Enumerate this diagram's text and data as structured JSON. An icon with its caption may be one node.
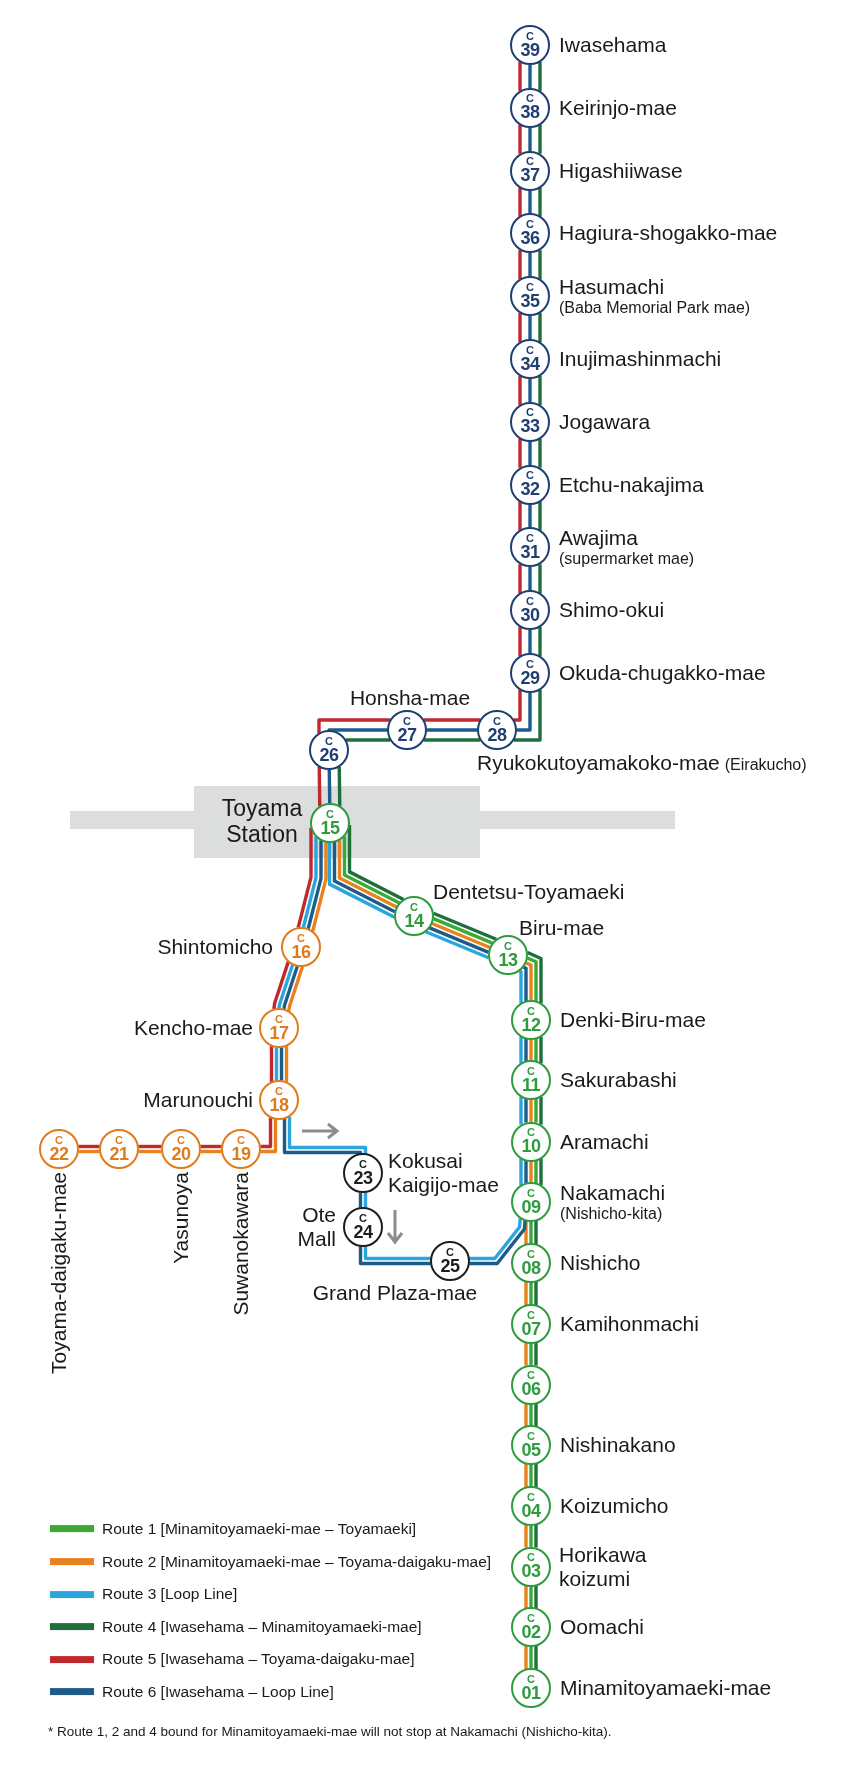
{
  "diagram": {
    "nodes": [
      {
        "text": [
          "C",
          "39"
        ],
        "beside": [
          "Iwasehama"
        ]
      },
      {
        "text": [
          "C",
          "38"
        ],
        "beside": [
          "Keirinjo-mae"
        ]
      },
      {
        "text": [
          "C",
          "37"
        ],
        "beside": [
          "Higashiiwase"
        ]
      },
      {
        "text": [
          "C",
          "36"
        ],
        "beside": [
          "Hagiura-shogakko-mae"
        ]
      },
      {
        "text": [
          "C",
          "35"
        ],
        "beside": [
          "Hasumachi",
          "(Baba Memorial Park mae)"
        ]
      },
      {
        "text": [
          "C",
          "34"
        ],
        "beside": [
          "Inujimashinmachi"
        ]
      },
      {
        "text": [
          "C",
          "33"
        ],
        "beside": [
          "Jogawara"
        ]
      },
      {
        "text": [
          "C",
          "32"
        ],
        "beside": [
          "Etchu-nakajima"
        ]
      },
      {
        "text": [
          "C",
          "31"
        ],
        "beside": [
          "Awajima",
          "(supermarket mae)"
        ]
      },
      {
        "text": [
          "C",
          "30"
        ],
        "beside": [
          "Shimo-okui"
        ]
      },
      {
        "text": [
          "C",
          "29"
        ],
        "beside": [
          "Okuda-chugakko-mae"
        ]
      },
      {
        "text": [
          "C",
          "28"
        ],
        "beside": [
          "Ryukokutoyamakoko-mae",
          "(Eirakucho)"
        ]
      },
      {
        "text": [
          "C",
          "27"
        ],
        "beside": [
          "Honsha-mae"
        ]
      },
      {
        "text": [
          "C",
          "26"
        ]
      },
      {
        "text": [
          "Toyama Station"
        ]
      },
      {
        "text": [
          "C",
          "15"
        ],
        "in": 14
      },
      {
        "text": [
          "C",
          "14"
        ],
        "beside": [
          "Dentetsu-Toyamaeki"
        ]
      },
      {
        "text": [
          "C",
          "13"
        ],
        "beside": [
          "Biru-mae"
        ]
      },
      {
        "text": [
          "C",
          "16"
        ],
        "beside": [
          "Shintomicho"
        ]
      },
      {
        "text": [
          "C",
          "17"
        ],
        "beside": [
          "Kencho-mae"
        ]
      },
      {
        "text": [
          "C",
          "18"
        ],
        "beside": [
          "Marunouchi"
        ]
      },
      {
        "text": [
          "C",
          "22"
        ],
        "beside": [
          "Toyama-daigaku-mae"
        ]
      },
      {
        "text": [
          "C",
          "21"
        ]
      },
      {
        "text": [
          "C",
          "20"
        ],
        "beside": [
          "Yasunoya"
        ]
      },
      {
        "text": [
          "C",
          "19"
        ],
        "beside": [
          "Suwanokawara"
        ]
      },
      {
        "text": [
          "C",
          "23"
        ],
        "beside": [
          "Kokusai Kaigijo-mae"
        ]
      },
      {
        "text": [
          "C",
          "24"
        ],
        "beside": [
          "Ote Mall"
        ]
      },
      {
        "text": [
          "C",
          "25"
        ],
        "beside": [
          "Grand Plaza-mae"
        ]
      },
      {
        "text": [
          "C",
          "12"
        ],
        "beside": [
          "Denki-Biru-mae"
        ]
      },
      {
        "text": [
          "C",
          "11"
        ],
        "beside": [
          "Sakurabashi"
        ]
      },
      {
        "text": [
          "C",
          "10"
        ],
        "beside": [
          "Aramachi"
        ]
      },
      {
        "text": [
          "C",
          "09"
        ],
        "beside": [
          "Nakamachi",
          "(Nishicho-kita)"
        ]
      },
      {
        "text": [
          "C",
          "08"
        ],
        "beside": [
          "Nishicho"
        ]
      },
      {
        "text": [
          "C",
          "07"
        ],
        "beside": [
          "Kamihonmachi"
        ]
      },
      {
        "text": [
          "C",
          "06"
        ]
      },
      {
        "text": [
          "C",
          "05"
        ],
        "beside": [
          "Nishinakano"
        ]
      },
      {
        "text": [
          "C",
          "04"
        ],
        "beside": [
          "Koizumicho"
        ]
      },
      {
        "text": [
          "C",
          "03"
        ],
        "beside": [
          "Horikawa koizumi"
        ]
      },
      {
        "text": [
          "C",
          "02"
        ],
        "beside": [
          "Oomachi"
        ]
      },
      {
        "text": [
          "C",
          "01"
        ],
        "beside": [
          "Minamitoyamaeki-mae"
        ]
      },
      {
        "text": [],
        "shape": "bar"
      },
      {
        "text": [],
        "shape": "bar"
      }
    ],
    "edges": [
      {
        "from": 39,
        "to": 38,
        "arrow": "none",
        "color": "#3aa935"
      },
      {
        "from": 38,
        "to": 37,
        "arrow": "none",
        "color": "#3aa935"
      },
      {
        "from": 37,
        "to": 36,
        "arrow": "none",
        "color": "#3aa935"
      },
      {
        "from": 36,
        "to": 35,
        "arrow": "none",
        "color": "#3aa935"
      },
      {
        "from": 35,
        "to": 34,
        "arrow": "none",
        "color": "#3aa935"
      },
      {
        "from": 34,
        "to": 33,
        "arrow": "none",
        "color": "#3aa935"
      },
      {
        "from": 33,
        "to": 32,
        "arrow": "none",
        "color": "#3aa935"
      },
      {
        "from": 32,
        "to": 31,
        "arrow": "none",
        "color": "#3aa935"
      },
      {
        "from": 31,
        "to": 30,
        "arrow": "none",
        "color": "#3aa935"
      },
      {
        "from": 30,
        "to": 29,
        "arrow": "none",
        "color": "#3aa935"
      },
      {
        "from": 29,
        "to": 28,
        "arrow": "none",
        "color": "#3aa935"
      },
      {
        "from": 28,
        "to": 17,
        "arrow": "none",
        "color": "#3aa935"
      },
      {
        "from": 17,
        "to": 16,
        "arrow": "none",
        "color": "#3aa935"
      },
      {
        "from": 16,
        "to": 15,
        "arrow": "none",
        "color": "#3aa935"
      },
      {
        "from": 39,
        "to": 38,
        "arrow": "none",
        "color": "#e8821e"
      },
      {
        "from": 38,
        "to": 37,
        "arrow": "none",
        "color": "#e8821e"
      },
      {
        "from": 37,
        "to": 36,
        "arrow": "none",
        "color": "#e8821e"
      },
      {
        "from": 36,
        "to": 35,
        "arrow": "none",
        "color": "#e8821e"
      },
      {
        "from": 35,
        "to": 34,
        "arrow": "none",
        "color": "#e8821e"
      },
      {
        "from": 34,
        "to": 33,
        "arrow": "none",
        "color": "#e8821e"
      },
      {
        "from": 33,
        "to": 32,
        "arrow": "none",
        "color": "#e8821e"
      },
      {
        "from": 32,
        "to": 31,
        "arrow": "none",
        "color": "#e8821e"
      },
      {
        "from": 31,
        "to": 30,
        "arrow": "none",
        "color": "#e8821e"
      },
      {
        "from": 30,
        "to": 29,
        "arrow": "none",
        "color": "#e8821e"
      },
      {
        "from": 29,
        "to": 28,
        "arrow": "none",
        "color": "#e8821e"
      },
      {
        "from": 28,
        "to": 17,
        "arrow": "none",
        "color": "#e8821e"
      },
      {
        "from": 17,
        "to": 16,
        "arrow": "none",
        "color": "#e8821e"
      },
      {
        "from": 16,
        "to": 15,
        "arrow": "none",
        "color": "#e8821e"
      },
      {
        "from": 15,
        "to": 18,
        "arrow": "none",
        "color": "#e8821e"
      },
      {
        "from": 18,
        "to": 19,
        "arrow": "none",
        "color": "#e8821e"
      },
      {
        "from": 19,
        "to": 20,
        "arrow": "none",
        "color": "#e8821e"
      },
      {
        "from": 20,
        "to": 24,
        "arrow": "none",
        "color": "#e8821e"
      },
      {
        "from": 24,
        "to": 23,
        "arrow": "none",
        "color": "#e8821e"
      },
      {
        "from": 23,
        "to": 22,
        "arrow": "none",
        "color": "#e8821e"
      },
      {
        "from": 22,
        "to": 21,
        "arrow": "none",
        "color": "#e8821e"
      },
      {
        "from": 15,
        "to": 18,
        "arrow": "none",
        "color": "#2aa6de"
      },
      {
        "from": 18,
        "to": 19,
        "arrow": "none",
        "color": "#2aa6de"
      },
      {
        "from": 19,
        "to": 20,
        "arrow": "none",
        "color": "#2aa6de"
      },
      {
        "from": 20,
        "to": 25,
        "arrow": "none",
        "color": "#2aa6de"
      },
      {
        "from": 25,
        "to": 26,
        "arrow": "none",
        "color": "#2aa6de"
      },
      {
        "from": 26,
        "to": 27,
        "arrow": "none",
        "color": "#2aa6de"
      },
      {
        "from": 27,
        "to": 31,
        "arrow": "none",
        "color": "#2aa6de"
      },
      {
        "from": 31,
        "to": 30,
        "arrow": "none",
        "color": "#2aa6de"
      },
      {
        "from": 30,
        "to": 29,
        "arrow": "none",
        "color": "#2aa6de"
      },
      {
        "from": 29,
        "to": 28,
        "arrow": "none",
        "color": "#2aa6de"
      },
      {
        "from": 28,
        "to": 17,
        "arrow": "none",
        "color": "#2aa6de"
      },
      {
        "from": 17,
        "to": 16,
        "arrow": "none",
        "color": "#2aa6de"
      },
      {
        "from": 16,
        "to": 15,
        "arrow": "none",
        "color": "#2aa6de"
      },
      {
        "from": 0,
        "to": 1,
        "arrow": "none",
        "color": "#1e6f3c"
      },
      {
        "from": 1,
        "to": 2,
        "arrow": "none",
        "color": "#1e6f3c"
      },
      {
        "from": 2,
        "to": 3,
        "arrow": "none",
        "color": "#1e6f3c"
      },
      {
        "from": 3,
        "to": 4,
        "arrow": "none",
        "color": "#1e6f3c"
      },
      {
        "from": 4,
        "to": 5,
        "arrow": "none",
        "color": "#1e6f3c"
      },
      {
        "from": 5,
        "to": 6,
        "arrow": "none",
        "color": "#1e6f3c"
      },
      {
        "from": 6,
        "to": 7,
        "arrow": "none",
        "color": "#1e6f3c"
      },
      {
        "from": 7,
        "to": 8,
        "arrow": "none",
        "color": "#1e6f3c"
      },
      {
        "from": 8,
        "to": 9,
        "arrow": "none",
        "color": "#1e6f3c"
      },
      {
        "from": 9,
        "to": 10,
        "arrow": "none",
        "color": "#1e6f3c"
      },
      {
        "from": 10,
        "to": 11,
        "arrow": "none",
        "color": "#1e6f3c"
      },
      {
        "from": 11,
        "to": 12,
        "arrow": "none",
        "color": "#1e6f3c"
      },
      {
        "from": 12,
        "to": 13,
        "arrow": "none",
        "color": "#1e6f3c"
      },
      {
        "from": 13,
        "to": 15,
        "arrow": "none",
        "color": "#1e6f3c"
      },
      {
        "from": 15,
        "to": 16,
        "arrow": "none",
        "color": "#1e6f3c"
      },
      {
        "from": 16,
        "to": 17,
        "arrow": "none",
        "color": "#1e6f3c"
      },
      {
        "from": 17,
        "to": 28,
        "arrow": "none",
        "color": "#1e6f3c"
      },
      {
        "from": 28,
        "to": 29,
        "arrow": "none",
        "color": "#1e6f3c"
      },
      {
        "from": 29,
        "to": 30,
        "arrow": "none",
        "color": "#1e6f3c"
      },
      {
        "from": 30,
        "to": 31,
        "arrow": "none",
        "color": "#1e6f3c"
      },
      {
        "from": 31,
        "to": 32,
        "arrow": "none",
        "color": "#1e6f3c"
      },
      {
        "from": 32,
        "to": 33,
        "arrow": "none",
        "color": "#1e6f3c"
      },
      {
        "from": 33,
        "to": 34,
        "arrow": "none",
        "color": "#1e6f3c"
      },
      {
        "from": 34,
        "to": 35,
        "arrow": "none",
        "color": "#1e6f3c"
      },
      {
        "from": 35,
        "to": 36,
        "arrow": "none",
        "color": "#1e6f3c"
      },
      {
        "from": 36,
        "to": 37,
        "arrow": "none",
        "color": "#1e6f3c"
      },
      {
        "from": 37,
        "to": 38,
        "arrow": "none",
        "color": "#1e6f3c"
      },
      {
        "from": 38,
        "to": 39,
        "arrow": "none",
        "color": "#1e6f3c"
      },
      {
        "from": 0,
        "to": 1,
        "arrow": "none",
        "color": "#c1272d"
      },
      {
        "from": 1,
        "to": 2,
        "arrow": "none",
        "color": "#c1272d"
      },
      {
        "from": 2,
        "to": 3,
        "arrow": "none",
        "color": "#c1272d"
      },
      {
        "from": 3,
        "to": 4,
        "arrow": "none",
        "color": "#c1272d"
      },
      {
        "from": 4,
        "to": 5,
        "arrow": "none",
        "color": "#c1272d"
      },
      {
        "from": 5,
        "to": 6,
        "arrow": "none",
        "color": "#c1272d"
      },
      {
        "from": 6,
        "to": 7,
        "arrow": "none",
        "color": "#c1272d"
      },
      {
        "from": 7,
        "to": 8,
        "arrow": "none",
        "color": "#c1272d"
      },
      {
        "from": 8,
        "to": 9,
        "arrow": "none",
        "color": "#c1272d"
      },
      {
        "from": 9,
        "to": 10,
        "arrow": "none",
        "color": "#c1272d"
      },
      {
        "from": 10,
        "to": 11,
        "arrow": "none",
        "color": "#c1272d"
      },
      {
        "from": 11,
        "to": 12,
        "arrow": "none",
        "color": "#c1272d"
      },
      {
        "from": 12,
        "to": 13,
        "arrow": "none",
        "color": "#c1272d"
      },
      {
        "from": 13,
        "to": 15,
        "arrow": "none",
        "color": "#c1272d"
      },
      {
        "from": 15,
        "to": 18,
        "arrow": "none",
        "color": "#c1272d"
      },
      {
        "from": 18,
        "to": 19,
        "arrow": "none",
        "color": "#c1272d"
      },
      {
        "from": 19,
        "to": 20,
        "arrow": "none",
        "color": "#c1272d"
      },
      {
        "from": 20,
        "to": 24,
        "arrow": "none",
        "color": "#c1272d"
      },
      {
        "from": 24,
        "to": 23,
        "arrow": "none",
        "color": "#c1272d"
      },
      {
        "from": 23,
        "to": 22,
        "arrow": "none",
        "color": "#c1272d"
      },
      {
        "from": 22,
        "to": 21,
        "arrow": "none",
        "color": "#c1272d"
      },
      {
        "from": 0,
        "to": 1,
        "arrow": "none",
        "color": "#1c5b8a"
      },
      {
        "from": 1,
        "to": 2,
        "arrow": "none",
        "color": "#1c5b8a"
      },
      {
        "from": 2,
        "to": 3,
        "arrow": "none",
        "color": "#1c5b8a"
      },
      {
        "from": 3,
        "to": 4,
        "arrow": "none",
        "color": "#1c5b8a"
      },
      {
        "from": 4,
        "to": 5,
        "arrow": "none",
        "color": "#1c5b8a"
      },
      {
        "from": 5,
        "to": 6,
        "arrow": "none",
        "color": "#1c5b8a"
      },
      {
        "from": 6,
        "to": 7,
        "arrow": "none",
        "color": "#1c5b8a"
      },
      {
        "from": 7,
        "to": 8,
        "arrow": "none",
        "color": "#1c5b8a"
      },
      {
        "from": 8,
        "to": 9,
        "arrow": "none",
        "color": "#1c5b8a"
      },
      {
        "from": 9,
        "to": 10,
        "arrow": "none",
        "color": "#1c5b8a"
      },
      {
        "from": 10,
        "to": 11,
        "arrow": "none",
        "color": "#1c5b8a"
      },
      {
        "from": 11,
        "to": 12,
        "arrow": "none",
        "color": "#1c5b8a"
      },
      {
        "from": 12,
        "to": 13,
        "arrow": "none",
        "color": "#1c5b8a"
      },
      {
        "from": 13,
        "to": 15,
        "arrow": "none",
        "color": "#1c5b8a"
      },
      {
        "from": 15,
        "to": 18,
        "arrow": "none",
        "color": "#1c5b8a"
      },
      {
        "from": 18,
        "to": 19,
        "arrow": "none",
        "color": "#1c5b8a"
      },
      {
        "from": 19,
        "to": 20,
        "arrow": "none",
        "color": "#1c5b8a"
      },
      {
        "from": 20,
        "to": 25,
        "arrow": "none",
        "color": "#1c5b8a"
      },
      {
        "from": 25,
        "to": 26,
        "arrow": "none",
        "color": "#1c5b8a"
      },
      {
        "from": 26,
        "to": 27,
        "arrow": "none",
        "color": "#1c5b8a"
      },
      {
        "from": 27,
        "to": 31,
        "arrow": "none",
        "color": "#1c5b8a"
      },
      {
        "from": 31,
        "to": 30,
        "arrow": "none",
        "color": "#1c5b8a"
      },
      {
        "from": 30,
        "to": 29,
        "arrow": "none",
        "color": "#1c5b8a"
      },
      {
        "from": 29,
        "to": 28,
        "arrow": "none",
        "color": "#1c5b8a"
      },
      {
        "from": 28,
        "to": 17,
        "arrow": "none",
        "color": "#1c5b8a"
      },
      {
        "from": 17,
        "to": 16,
        "arrow": "none",
        "color": "#1c5b8a"
      },
      {
        "from": 16,
        "to": 15,
        "arrow": "none",
        "color": "#1c5b8a"
      }
    ],
    "labels": [
      "* Route 1, 2 and 4 bound for Minamitoyamaeki-mae will not stop at Nakamachi (Nishicho-kita)."
    ],
    "legend": [
      {
        "text": "Route 1 [Minamitoyamaeki-mae – Toyamaeki]",
        "color": "#3aa935"
      },
      {
        "text": "Route 2 [Minamitoyamaeki-mae – Toyama-daigaku-mae]",
        "color": "#e8821e"
      },
      {
        "text": "Route 3 [Loop Line]",
        "color": "#2aa6de"
      },
      {
        "text": "Route 4 [Iwasehama – Minamitoyamaeki-mae]",
        "color": "#1e6f3c"
      },
      {
        "text": "Route 5 [Iwasehama – Toyama-daigaku-mae]",
        "color": "#c1272d"
      },
      {
        "text": "Route 6 [Iwasehama – Loop Line]",
        "color": "#1c5b8a"
      }
    ]
  }
}
